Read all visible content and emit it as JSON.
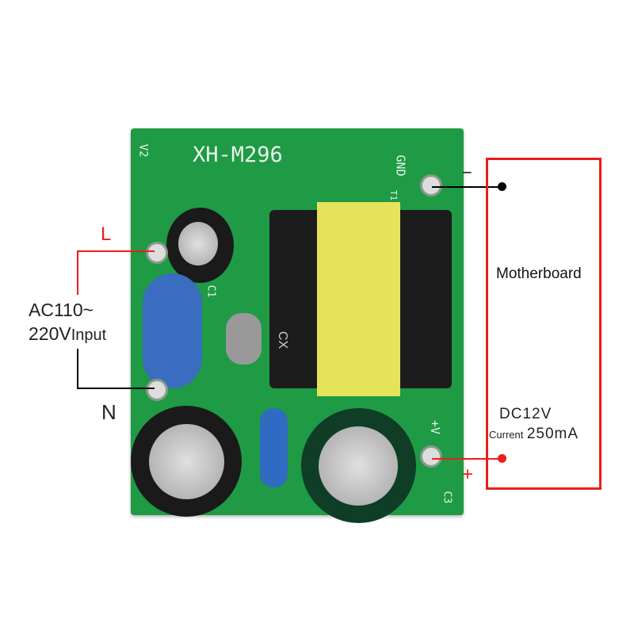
{
  "board": {
    "model": "XH-M296",
    "silkscreen": {
      "v2": "V2",
      "gnd": "GND",
      "plus_v": "+V",
      "c1": "C1",
      "c3": "C3",
      "t1": "T1",
      "cx": "CX"
    }
  },
  "annotations": {
    "live": "L",
    "neutral": "N",
    "input_line1": "AC110~",
    "input_line2_voltage": "220V",
    "input_line2_label": "Input",
    "minus": "−",
    "plus": "+",
    "load": "Motherboard",
    "output_voltage": "DC12V",
    "current_label": "Current",
    "current_value": "250mA"
  },
  "colors": {
    "board": "#1f9a45",
    "annotation_red": "#ee1c1c",
    "transformer": "#e6e35a"
  }
}
